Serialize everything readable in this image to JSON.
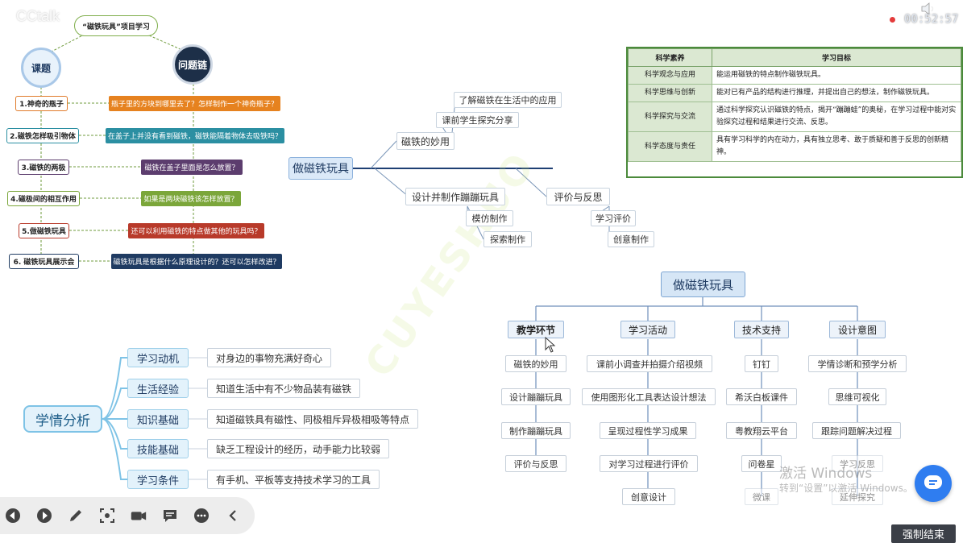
{
  "overlay": {
    "app_watermark": "CCtalk",
    "timer": "00:52:57"
  },
  "left_map": {
    "title": "“磁铁玩具”项目学习",
    "lesson_circle": "课题",
    "chain_circle": "问题链",
    "lessons": [
      "1.神奇的瓶子",
      "2.磁铁怎样吸引物体",
      "3.磁铁的两极",
      "4.磁极间的相互作用",
      "5.做磁铁玩具",
      "6. 磁铁玩具展示会"
    ],
    "questions": [
      "瓶子里的方块到哪里去了？怎样制作一个神奇瓶子？",
      "在盖子上并没有看到磁铁，磁铁能隔着物体去吸铁吗？",
      "磁铁在盖子里面是怎么放置？",
      "如果是两块磁铁该怎样放置？",
      "还可以利用磁铁的特点做其他的玩具吗？",
      "磁铁玩具是根据什么原理设计的？还可以怎样改进？"
    ],
    "colors": {
      "lesson_border": "#e07b2a",
      "q1": "#e6821f",
      "q2": "#2b8fa2",
      "q3": "#5c3d6e",
      "q4": "#7ba63a",
      "q5": "#b83a2a",
      "q6": "#1f3b62"
    }
  },
  "mid_map": {
    "root": "做磁铁玩具",
    "branch_magic": "磁铁的妙用",
    "magic_children": [
      "了解磁铁在生活中的应用",
      "课前学生探究分享"
    ],
    "branch_design": "设计并制作蹦蹦玩具",
    "design_children": [
      "模仿制作",
      "探索制作"
    ],
    "branch_eval": "评价与反思",
    "eval_children": [
      "学习评价",
      "创意制作"
    ]
  },
  "goal_table": {
    "headers": [
      "科学素养",
      "学习目标"
    ],
    "rows": [
      {
        "k": "科学观念与应用",
        "v": "能运用磁铁的特点制作磁铁玩具。"
      },
      {
        "k": "科学思维与创新",
        "v": "能对已有产品的结构进行推理，并提出自己的想法，制作磁铁玩具。"
      },
      {
        "k": "科学探究与交流",
        "v": "通过科学探究认识磁铁的特点，揭开“蹦蹦蛙”的奥秘，在学习过程中能对实验探究过程和结果进行交流、反思。"
      },
      {
        "k": "科学态度与责任",
        "v": "具有学习科学的内在动力，具有独立思考、敢于质疑和善于反思的创新精神。"
      }
    ]
  },
  "right_tree": {
    "root": "做磁铁玩具",
    "cats": [
      {
        "label": "教学环节",
        "items": [
          "磁铁的妙用",
          "设计蹦蹦玩具",
          "制作蹦蹦玩具",
          "评价与反思"
        ]
      },
      {
        "label": "学习活动",
        "items": [
          "课前小调查并拍摄介绍视频",
          "使用图形化工具表达设计想法",
          "呈现过程性学习成果",
          "对学习过程进行评价",
          "创意设计"
        ]
      },
      {
        "label": "技术支持",
        "items": [
          "钉钉",
          "希沃白板课件",
          "粤教翔云平台",
          "问卷星",
          "微课"
        ]
      },
      {
        "label": "设计意图",
        "items": [
          "学情诊断和预学分析",
          "思维可视化",
          "跟踪问题解决过程",
          "学习反思",
          "延伸探究"
        ]
      }
    ]
  },
  "analysis_map": {
    "root": "学情分析",
    "items": [
      {
        "cat": "学习动机",
        "leaf": "对身边的事物充满好奇心"
      },
      {
        "cat": "生活经验",
        "leaf": "知道生活中有不少物品装有磁铁"
      },
      {
        "cat": "知识基础",
        "leaf": "知道磁铁具有磁性、同极相斥异极相吸等特点"
      },
      {
        "cat": "技能基础",
        "leaf": "缺乏工程设计的经历，动手能力比较弱"
      },
      {
        "cat": "学习条件",
        "leaf": "有手机、平板等支持技术学习的工具"
      }
    ]
  },
  "windows_watermark": {
    "line1": "激活 Windows",
    "line2": "转到“设置”以激活 Windows。"
  },
  "diag_watermark": "CUYESHUO",
  "toolbar_icons": [
    "prev-icon",
    "next-icon",
    "pen-icon",
    "screenshot-icon",
    "camera-icon",
    "chat-icon",
    "more-icon",
    "collapse-icon"
  ],
  "end_button": "强制结束"
}
